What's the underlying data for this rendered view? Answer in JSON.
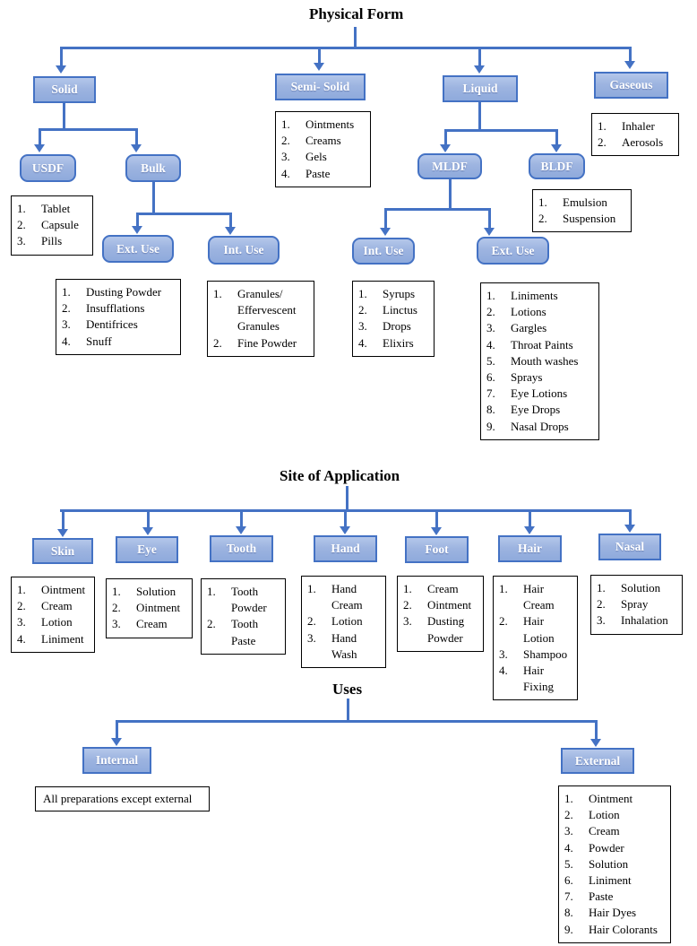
{
  "colors": {
    "node_border": "#4472c4",
    "node_fill_top": "#b4c7ea",
    "node_fill_bottom": "#8faadc",
    "connector": "#4472c4",
    "node_text": "#ffffff",
    "list_border": "#000000",
    "text": "#000000"
  },
  "physical_form": {
    "title": "Physical Form",
    "nodes": {
      "solid": "Solid",
      "semi_solid": "Semi- Solid",
      "liquid": "Liquid",
      "gaseous": "Gaseous",
      "usdf": "USDF",
      "bulk": "Bulk",
      "ext_use_solid": "Ext. Use",
      "int_use_solid": "Int. Use",
      "mldf": "MLDF",
      "bldf": "BLDF",
      "int_use_liquid": "Int. Use",
      "ext_use_liquid": "Ext. Use"
    },
    "lists": {
      "usdf": [
        "Tablet",
        "Capsule",
        "Pills"
      ],
      "semi_solid": [
        "Ointments",
        "Creams",
        "Gels",
        "Paste"
      ],
      "gaseous": [
        "Inhaler",
        "Aerosols"
      ],
      "bldf": [
        "Emulsion",
        "Suspension"
      ],
      "ext_use_solid": [
        "Dusting Powder",
        "Insufflations",
        "Dentifrices",
        "Snuff"
      ],
      "int_use_solid": [
        "Granules/ Effervescent Granules",
        "Fine Powder"
      ],
      "int_use_liquid": [
        "Syrups",
        "Linctus",
        "Drops",
        "Elixirs"
      ],
      "ext_use_liquid": [
        "Liniments",
        "Lotions",
        "Gargles",
        "Throat Paints",
        "Mouth washes",
        "Sprays",
        "Eye Lotions",
        "Eye Drops",
        "Nasal Drops"
      ]
    }
  },
  "site_of_application": {
    "title": "Site of Application",
    "nodes": {
      "skin": "Skin",
      "eye": "Eye",
      "tooth": "Tooth",
      "hand": "Hand",
      "foot": "Foot",
      "hair": "Hair",
      "nasal": "Nasal"
    },
    "lists": {
      "skin": [
        "Ointment",
        "Cream",
        "Lotion",
        "Liniment"
      ],
      "eye": [
        "Solution",
        "Ointment",
        "Cream"
      ],
      "tooth": [
        "Tooth Powder",
        "Tooth Paste"
      ],
      "hand": [
        "Hand Cream",
        "Lotion",
        "Hand Wash"
      ],
      "foot": [
        "Cream",
        "Ointment",
        "Dusting Powder"
      ],
      "hair": [
        "Hair Cream",
        "Hair Lotion",
        "Shampoo",
        "Hair Fixing"
      ],
      "nasal": [
        "Solution",
        "Spray",
        "Inhalation"
      ]
    }
  },
  "uses": {
    "title": "Uses",
    "nodes": {
      "internal": "Internal",
      "external": "External"
    },
    "internal_note": "All preparations except external",
    "lists": {
      "external": [
        "Ointment",
        "Lotion",
        "Cream",
        "Powder",
        "Solution",
        "Liniment",
        "Paste",
        "Hair Dyes",
        "Hair Colorants"
      ]
    }
  }
}
